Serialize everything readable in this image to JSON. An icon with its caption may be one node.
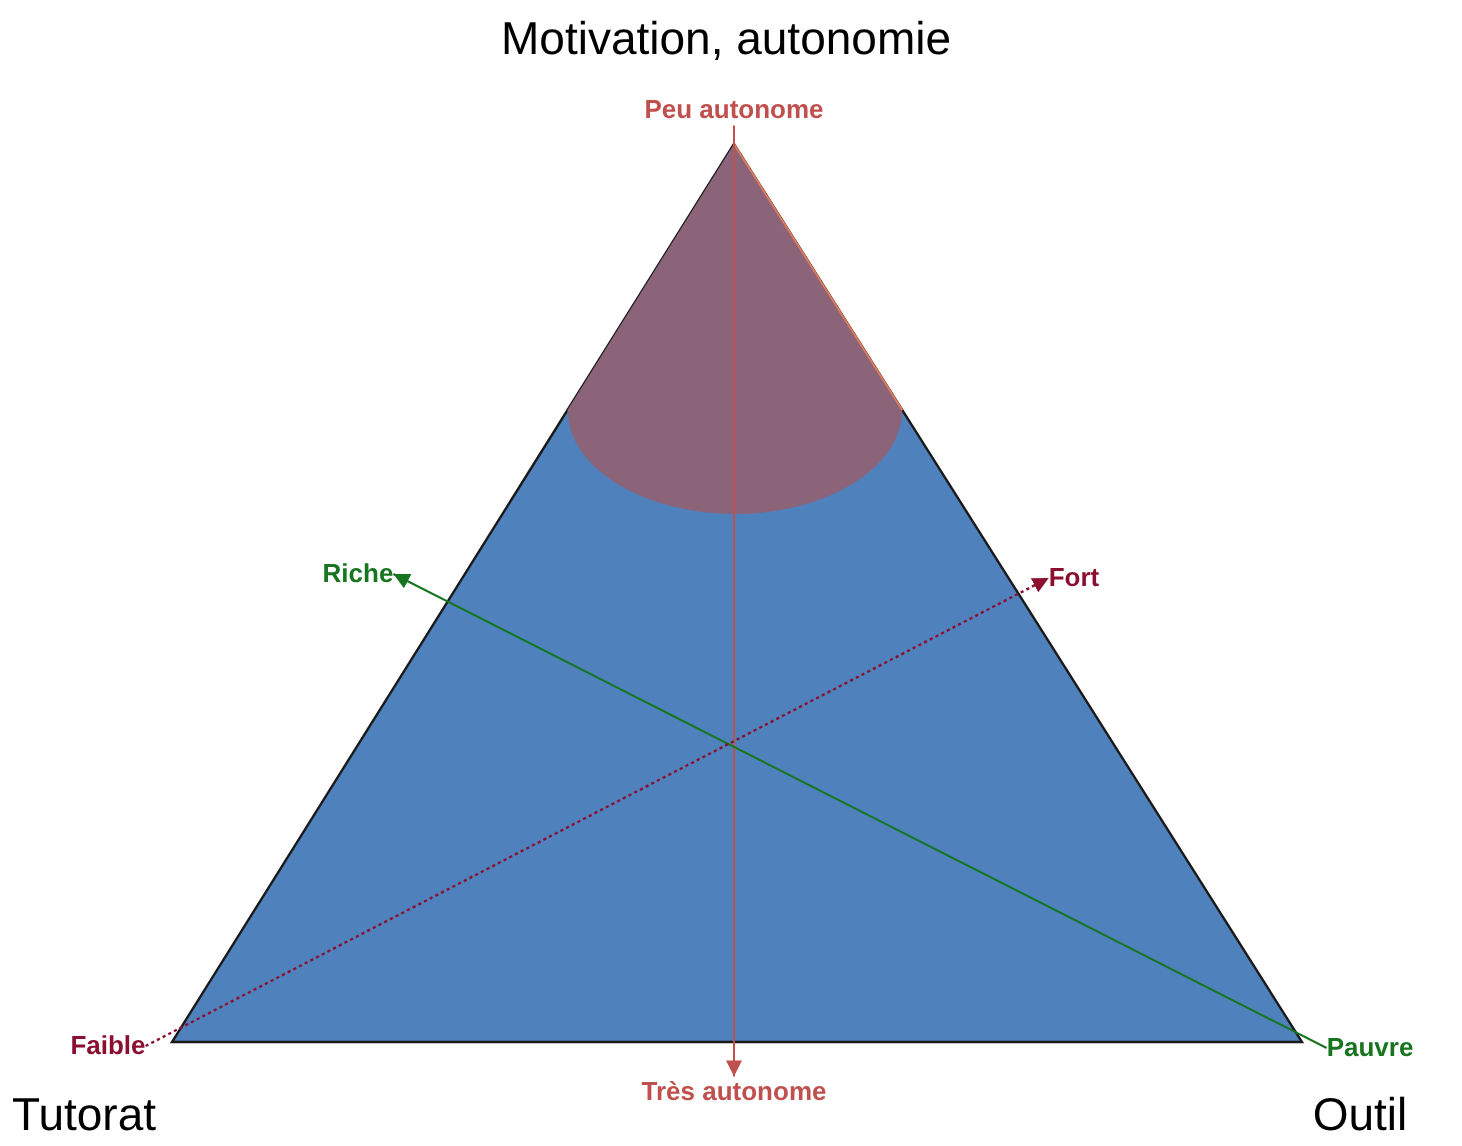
{
  "diagram": {
    "nodes": [
      {
        "text": [
          "Peu autonome"
        ]
      },
      {
        "text": [
          "Riche"
        ]
      },
      {
        "text": [
          "Fort"
        ]
      },
      {
        "text": [
          "Faible"
        ]
      },
      {
        "text": [
          "Pauvre"
        ]
      },
      {
        "text": [
          "Très autonome"
        ]
      }
    ],
    "edges": [
      {
        "from": 0,
        "to": 5,
        "arrow": "to",
        "color": "#c0504d"
      },
      {
        "from": 4,
        "to": 1,
        "arrow": "to",
        "color": "#17751f"
      },
      {
        "from": 3,
        "to": 2,
        "arrow": "to",
        "style": "dashed",
        "color": "#8b1030"
      }
    ],
    "labels": [
      "Motivation, autonomie",
      "Tutorat",
      "Outil"
    ]
  }
}
